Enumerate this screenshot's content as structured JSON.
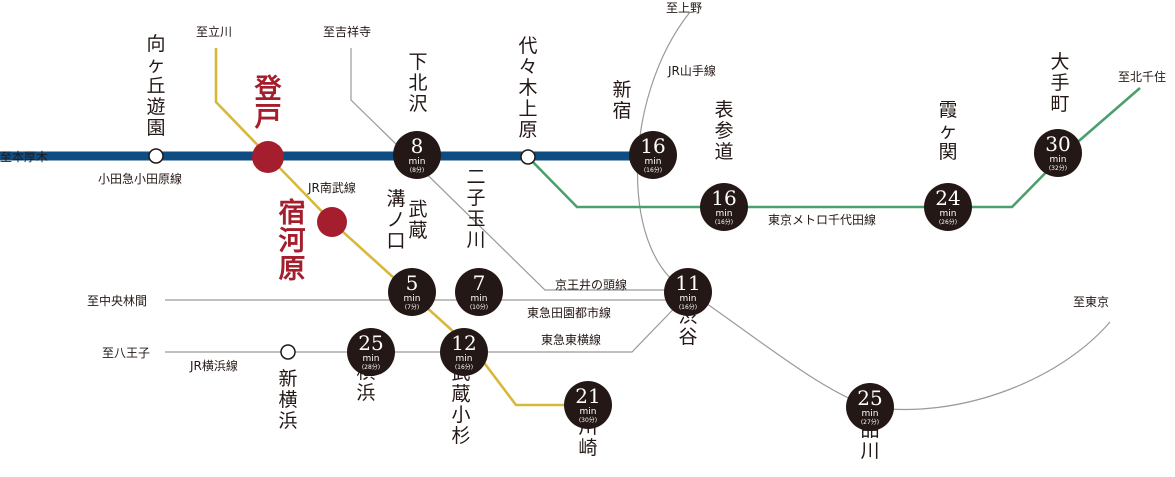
{
  "colors": {
    "odakyu": "#0f4c81",
    "chiyoda": "#4aa06c",
    "nanbu": "#d8b83b",
    "thin": "#9a9a9a",
    "station_red": "#a41e2d",
    "badge": "#231815"
  },
  "directions": {
    "hon_atsugi": "至本厚木",
    "tachikawa": "至立川",
    "kichijoji": "至吉祥寺",
    "ueno": "至上野",
    "kita_senju": "至北千住",
    "chuo_rinkan": "至中央林間",
    "hachioji": "至八王子",
    "tokyo": "至東京"
  },
  "lines": {
    "odakyu": "小田急小田原線",
    "jr_nanbu": "JR南武線",
    "yamanote": "JR山手線",
    "chiyoda": "東京メトロ千代田線",
    "keio_inokashira": "京王井の頭線",
    "denentoshi": "東急田園都市線",
    "toyoko": "東急東横線",
    "yokohama": "JR横浜線"
  },
  "home_stations": {
    "noborito": "登戸",
    "shukugawara": "宿河原"
  },
  "plain_stations": {
    "mukogaoka_yuen": "向ヶ丘遊園",
    "yoyogi_uehara": "代々木上原",
    "shin_yokohama": "新横浜"
  },
  "destinations": [
    {
      "id": "shimokitazawa",
      "name": "下北沢",
      "min": "8",
      "note": "(8分)"
    },
    {
      "id": "shinjuku",
      "name": "新宿",
      "min": "16",
      "note": "(16分)"
    },
    {
      "id": "omotesando",
      "name": "表参道",
      "min": "16",
      "note": "(16分)"
    },
    {
      "id": "kasumigaseki",
      "name": "霞ヶ関",
      "min": "24",
      "note": "(26分)"
    },
    {
      "id": "otemachi",
      "name": "大手町",
      "min": "30",
      "note": "(32分)"
    },
    {
      "id": "mizonokuchi",
      "name": "溝ノ口 武蔵",
      "min": "5",
      "note": "(7分)"
    },
    {
      "id": "futakotamagawa",
      "name": "二子玉川",
      "min": "7",
      "note": "(10分)"
    },
    {
      "id": "shibuya",
      "name": "渋谷",
      "min": "11",
      "note": "(16分)"
    },
    {
      "id": "yokohama",
      "name": "横浜",
      "min": "25",
      "note": "(28分)"
    },
    {
      "id": "musashikosugi",
      "name": "武蔵小杉",
      "min": "12",
      "note": "(16分)"
    },
    {
      "id": "kawasaki",
      "name": "川崎",
      "min": "21",
      "note": "(30分)"
    },
    {
      "id": "shinagawa",
      "name": "品川",
      "min": "25",
      "note": "(27分)"
    }
  ],
  "unit": "min"
}
